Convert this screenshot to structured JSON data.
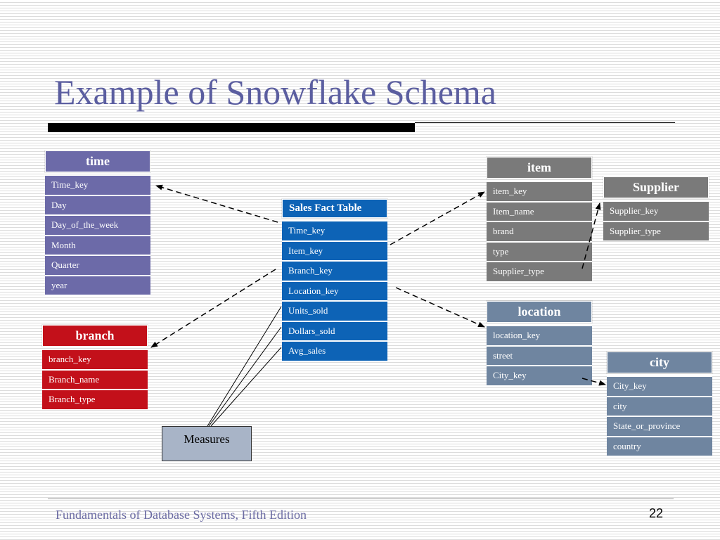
{
  "title": "Example of Snowflake Schema",
  "tables": {
    "time": {
      "name": "time",
      "fields": [
        "Time_key",
        "Day",
        "Day_of_the_week",
        "Month",
        "Quarter",
        "year"
      ]
    },
    "branch": {
      "name": "branch",
      "fields": [
        "branch_key",
        "Branch_name",
        "Branch_type"
      ]
    },
    "sales": {
      "name": "Sales Fact Table",
      "fields": [
        "Time_key",
        "Item_key",
        "Branch_key",
        "Location_key",
        "Units_sold",
        "Dollars_sold",
        "Avg_sales"
      ]
    },
    "item": {
      "name": "item",
      "fields": [
        "item_key",
        "Item_name",
        "brand",
        "type",
        "Supplier_type"
      ]
    },
    "supplier": {
      "name": "Supplier",
      "fields": [
        "Supplier_key",
        "Supplier_type"
      ]
    },
    "location": {
      "name": "location",
      "fields": [
        "location_key",
        "street",
        "City_key"
      ]
    },
    "city": {
      "name": "city",
      "fields": [
        "City_key",
        "city",
        "State_or_province",
        "country"
      ]
    }
  },
  "measures_label": "Measures",
  "footer": {
    "text": "Fundamentals of Database Systems, Fifth Edition",
    "page": "22"
  },
  "colors": {
    "title": "#5b5ea0",
    "time": "#6c6aa8",
    "branch": "#c3101a",
    "sales": "#0d63b6",
    "item": "#7a7a7a",
    "supplier": "#7a7a7a",
    "location": "#6f85a0",
    "city": "#6f85a0",
    "measures": "#a8b4c7"
  }
}
